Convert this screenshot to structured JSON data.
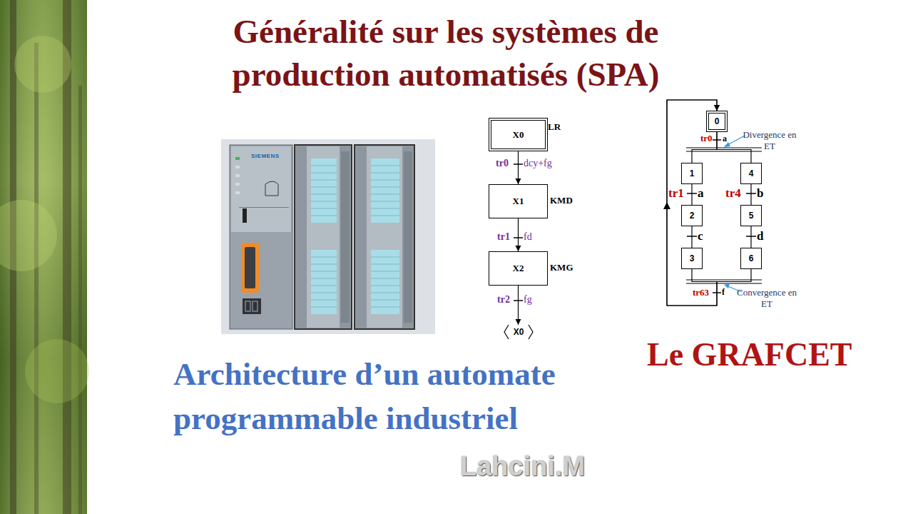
{
  "diagram": {
    "title": "Généralité sur les systèmes de production automatisés (SPA)",
    "caption": "Architecture d’un automate programmable industriel",
    "nodes": [
      {
        "text": [
          "X0",
          "LR"
        ]
      },
      {
        "text": [
          "X1",
          "KMD"
        ]
      },
      {
        "text": [
          "X2",
          "KMG"
        ]
      },
      {
        "text": [
          "X0"
        ]
      },
      {
        "text": [
          "0"
        ]
      },
      {
        "text": [
          "1"
        ]
      },
      {
        "text": [
          "2"
        ]
      },
      {
        "text": [
          "3"
        ]
      },
      {
        "text": [
          "4"
        ]
      },
      {
        "text": [
          "5"
        ]
      },
      {
        "text": [
          "6"
        ]
      }
    ],
    "edges": [
      {
        "from": 0,
        "to": 1,
        "arrow": "to",
        "label": "dcy+fg"
      },
      {
        "from": 1,
        "to": 2,
        "arrow": "to",
        "label": "fd"
      },
      {
        "from": 2,
        "to": 3,
        "arrow": "to",
        "label": "fg"
      },
      {
        "from": 4,
        "to": 5,
        "arrow": "none",
        "label": "a"
      },
      {
        "from": 4,
        "to": 8,
        "arrow": "none"
      },
      {
        "from": 5,
        "to": 6,
        "arrow": "none",
        "label": "a"
      },
      {
        "from": 8,
        "to": 9,
        "arrow": "none",
        "label": "b"
      },
      {
        "from": 6,
        "to": 7,
        "arrow": "none",
        "label": "c"
      },
      {
        "from": 9,
        "to": 10,
        "arrow": "none",
        "label": "d"
      },
      {
        "from": 7,
        "to": 4,
        "arrow": "to",
        "label": "f"
      },
      {
        "from": 10,
        "to": 4,
        "arrow": "to"
      }
    ],
    "labels": [
      "SIEMENS",
      "tr0",
      "tr1",
      "tr2",
      "tr0",
      "Divergence en ET",
      "tr1",
      "tr4",
      "tr63",
      "Convergence en ET",
      "Le GRAFCET",
      "Lahcini.M"
    ]
  }
}
